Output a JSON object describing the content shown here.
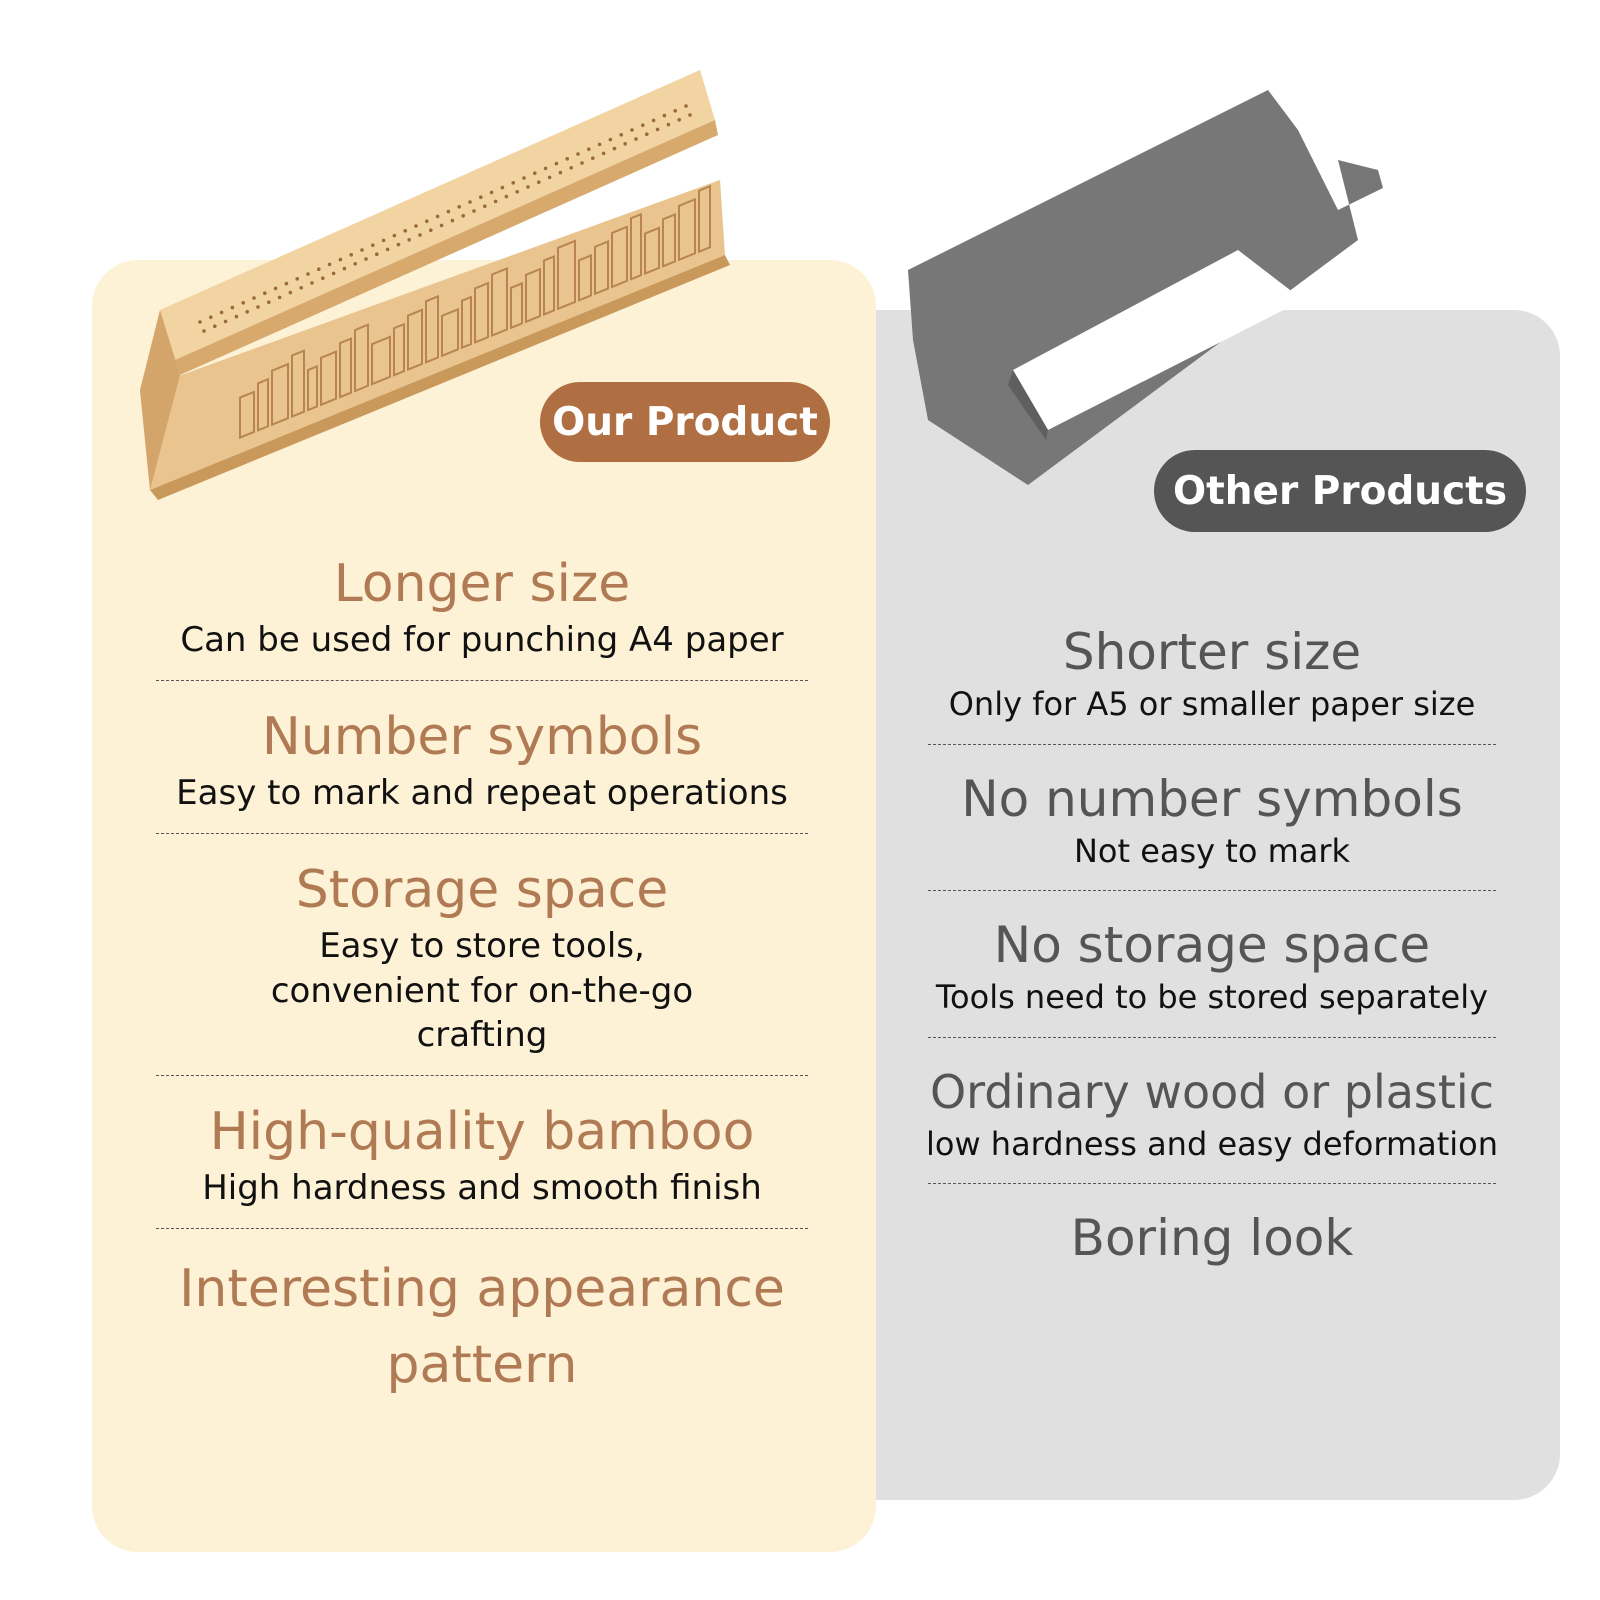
{
  "colors": {
    "ours_panel": "#fdf1d6",
    "ours_accent": "#b06e43",
    "ours_title": "#b07a54",
    "others_panel": "#e0e0e0",
    "others_accent": "#555555",
    "others_title": "#555555"
  },
  "ours": {
    "badge": "Our Product",
    "features": [
      {
        "title": "Longer size",
        "desc": "Can be used for punching A4 paper"
      },
      {
        "title": "Number symbols",
        "desc": "Easy to mark and repeat operations"
      },
      {
        "title": "Storage space",
        "desc": "Easy to store tools, convenient for on-the-go crafting"
      },
      {
        "title": "High-quality bamboo",
        "desc": "High hardness and smooth finish"
      },
      {
        "title": "Interesting appearance pattern"
      }
    ]
  },
  "others": {
    "badge": "Other Products",
    "features": [
      {
        "title": "Shorter size",
        "desc": "Only for A5 or smaller paper size"
      },
      {
        "title": "No number symbols",
        "desc": "Not easy to mark"
      },
      {
        "title": "No storage space",
        "desc": "Tools need to be stored separately"
      },
      {
        "title": "Ordinary wood or plastic",
        "desc": "low hardness and easy deformation"
      },
      {
        "title": "Boring look"
      }
    ]
  }
}
